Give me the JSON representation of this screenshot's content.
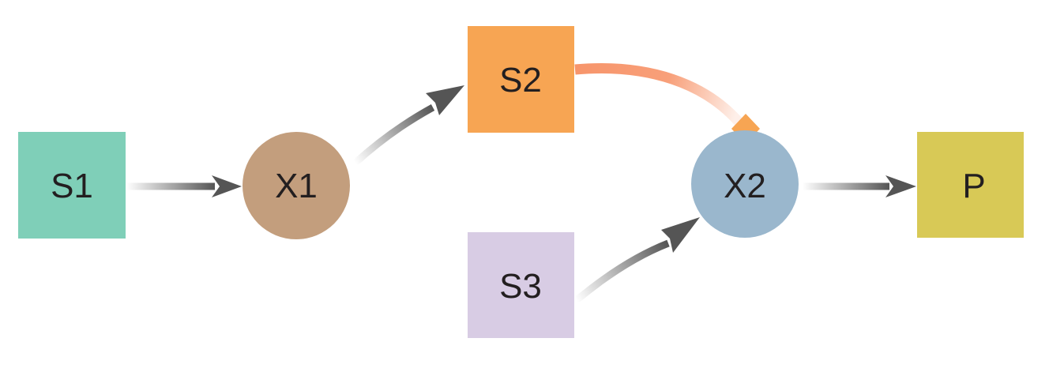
{
  "nodes": {
    "s1": {
      "label": "S1",
      "color": "#7fcfb8"
    },
    "x1": {
      "label": "X1",
      "color": "#c39e7d"
    },
    "s2": {
      "label": "S2",
      "color": "#f7a553"
    },
    "s3": {
      "label": "S3",
      "color": "#d8cce4"
    },
    "x2": {
      "label": "X2",
      "color": "#9ab7cd"
    },
    "p": {
      "label": "P",
      "color": "#d8c956"
    }
  },
  "edges": [
    {
      "from": "S1",
      "to": "X1",
      "kind": "arrow"
    },
    {
      "from": "X1",
      "to": "S2",
      "kind": "arrow"
    },
    {
      "from": "S3",
      "to": "X2",
      "kind": "arrow"
    },
    {
      "from": "X2",
      "to": "P",
      "kind": "arrow"
    },
    {
      "from": "S2",
      "to": "X2",
      "kind": "modifier"
    }
  ],
  "colors": {
    "arrow": "#555555",
    "modifier": "#f7956b",
    "modifier_head": "#f7a553"
  }
}
